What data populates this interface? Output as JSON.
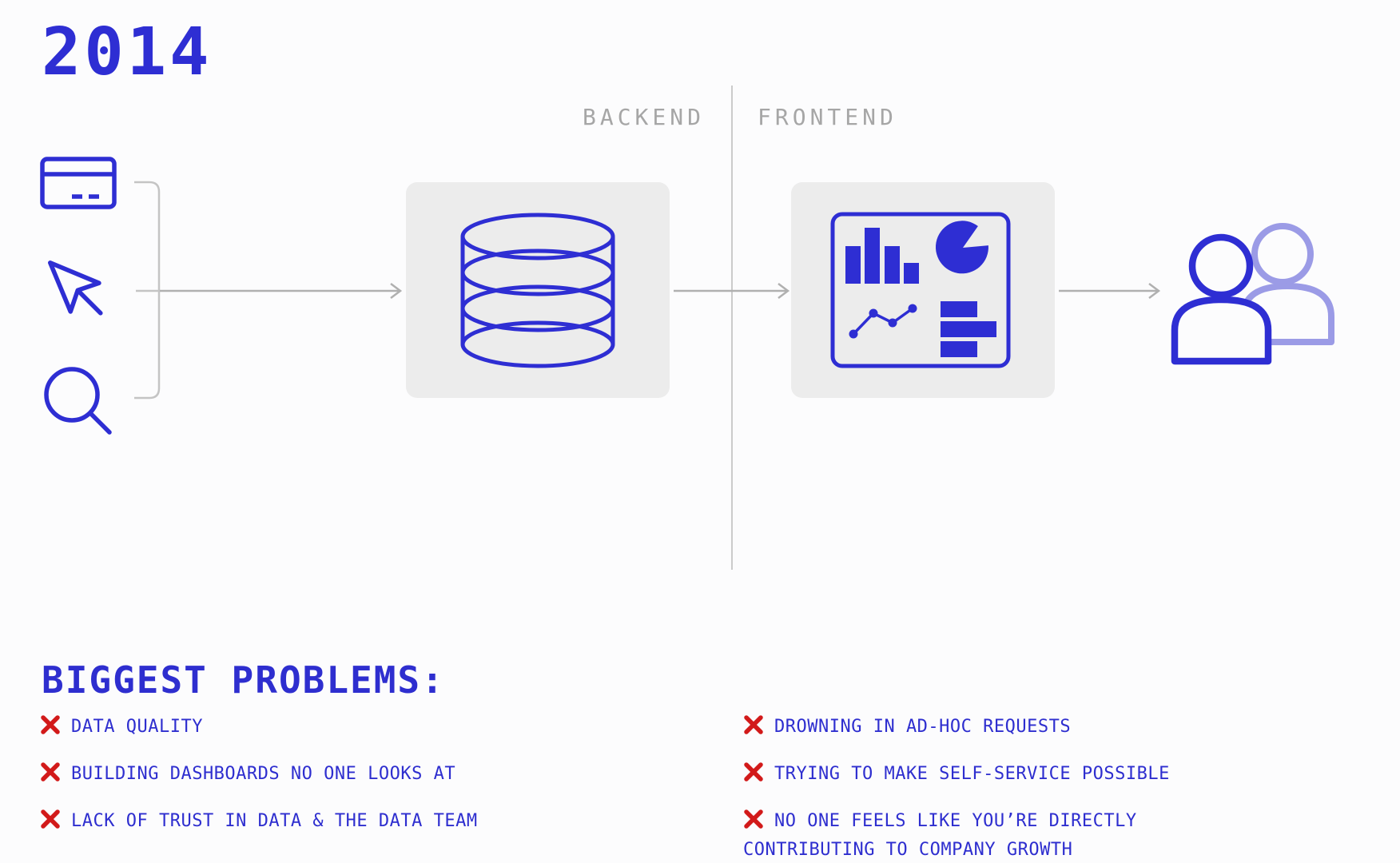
{
  "title": "2014",
  "labels": {
    "backend": "BACKEND",
    "frontend": "FRONTEND"
  },
  "flow": {
    "source_icons": [
      "credit-card-icon",
      "cursor-icon",
      "search-icon"
    ],
    "stages": [
      "database-icon",
      "dashboard-icon",
      "users-icon"
    ],
    "connectors": [
      "bracket",
      "arrow",
      "arrow",
      "arrow"
    ]
  },
  "dashboard_icon_parts": [
    "bar-chart",
    "pie-chart",
    "line-chart",
    "horizontal-bars"
  ],
  "problems": {
    "heading": "BIGGEST PROBLEMS:",
    "marker_icon": "x-mark-icon",
    "left": [
      "DATA QUALITY",
      "BUILDING DASHBOARDS NO ONE LOOKS AT",
      "LACK OF TRUST IN DATA & THE DATA TEAM"
    ],
    "right": [
      "DROWNING IN AD-HOC REQUESTS",
      "TRYING TO MAKE SELF-SERVICE POSSIBLE",
      "NO ONE FEELS LIKE YOU’RE DIRECTLY CONTRIBUTING TO COMPANY GROWTH"
    ]
  },
  "colors": {
    "accent_blue": "#2E2ED3",
    "secondary_blue": "#9B9BE6",
    "box_gray": "#ECECEC",
    "line_gray": "#B0B0B0",
    "label_gray": "#A6A6A6",
    "error_red": "#D21A1A"
  }
}
